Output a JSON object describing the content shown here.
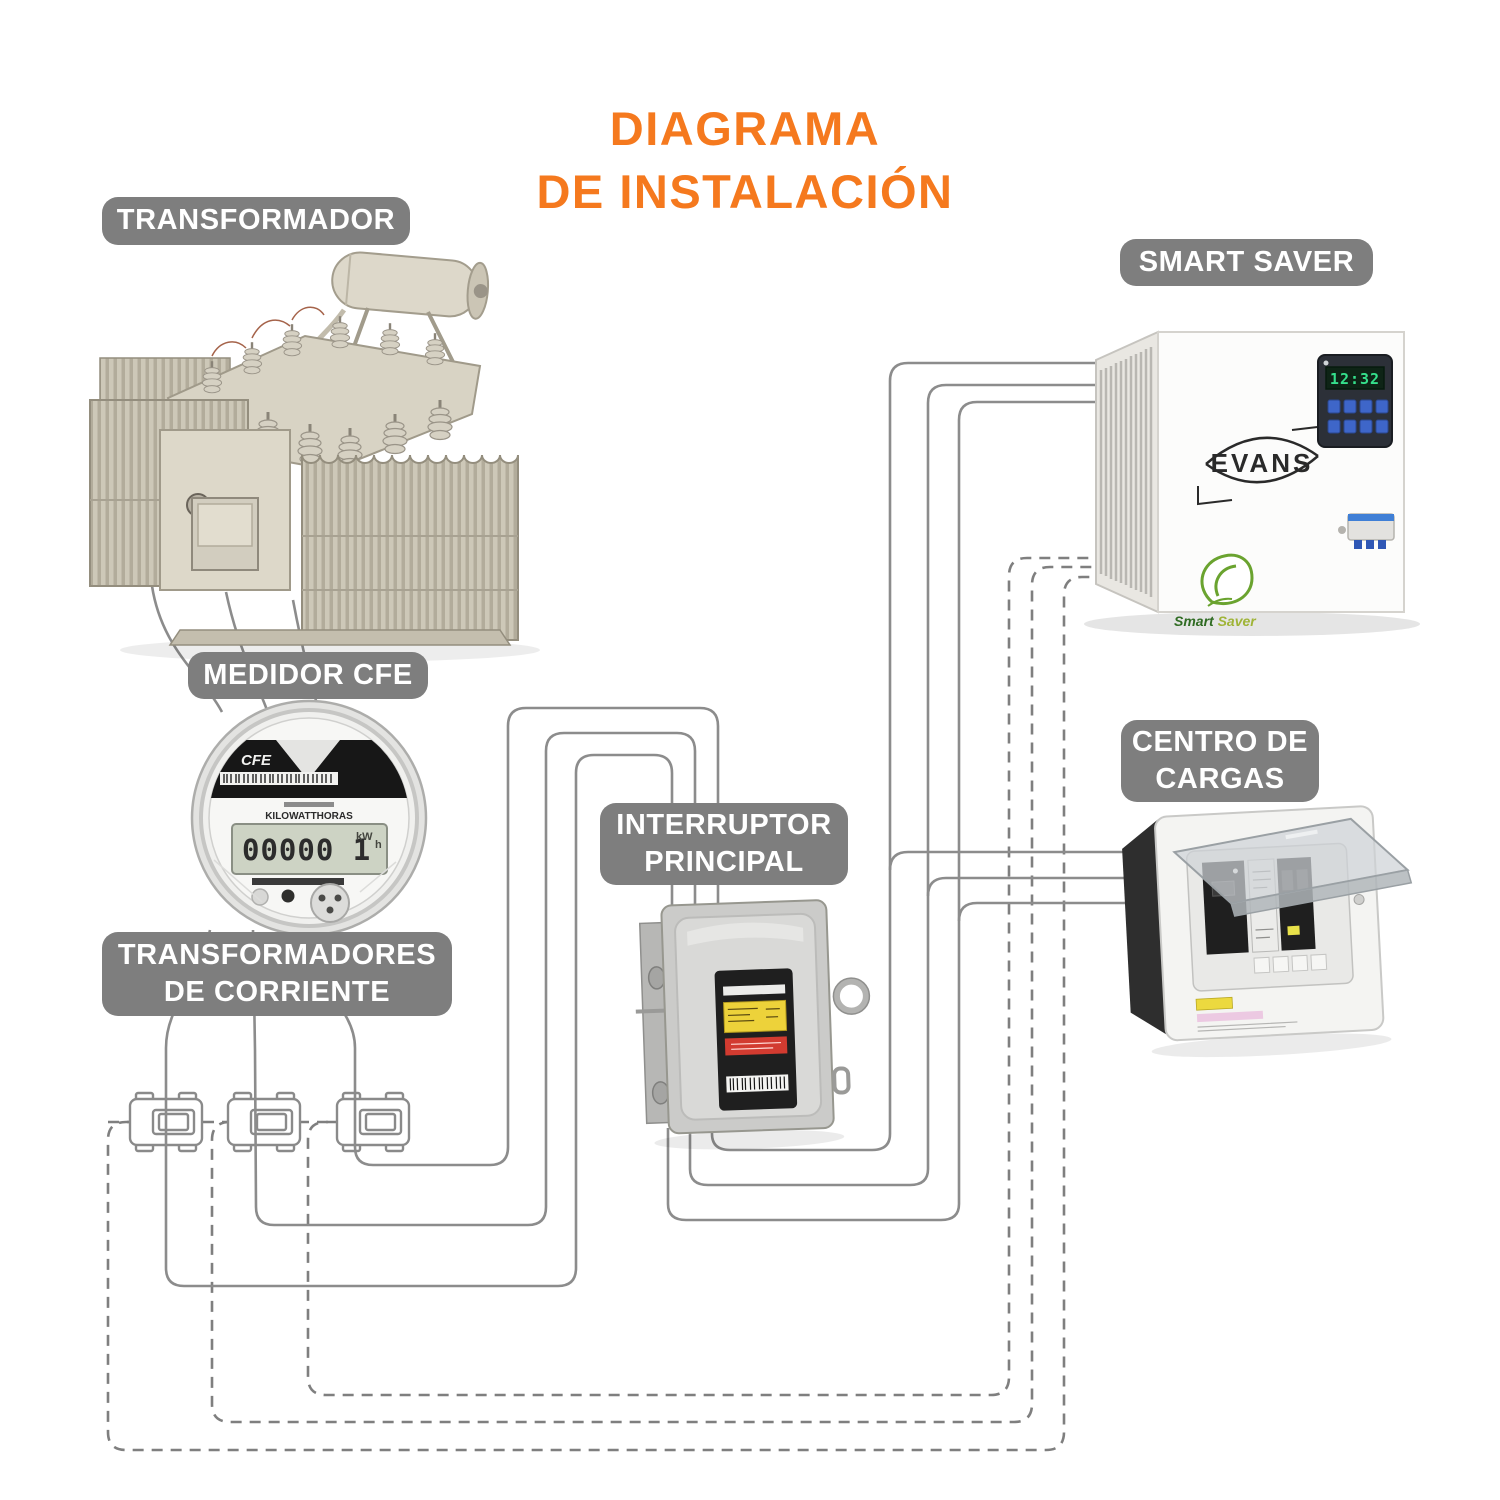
{
  "title": {
    "line1": "DIAGRAMA",
    "line2": "DE INSTALACIÓN"
  },
  "labels": {
    "transformador": "TRANSFORMADOR",
    "smart_saver": "SMART SAVER",
    "medidor_cfe": "MEDIDOR CFE",
    "interruptor_line1": "INTERRUPTOR",
    "interruptor_line2": "PRINCIPAL",
    "centro_cargas_line1": "CENTRO DE",
    "centro_cargas_line2": "CARGAS",
    "transformadores_line1": "TRANSFORMADORES",
    "transformadores_line2": "DE CORRIENTE"
  },
  "devices": {
    "medidor": {
      "brand": "CFE",
      "display_value": "00000 1",
      "unit_kw": "kW",
      "unit_h": "h",
      "dial_label": "KILOWATTHORAS"
    },
    "smart_saver": {
      "brand": "EVANS",
      "lcd_value": "12:32",
      "logo_word1": "Smart",
      "logo_word2": "Saver"
    }
  },
  "colors": {
    "accent_orange": "#f5791e",
    "label_gray": "#7e7e7e",
    "wire_gray": "#8c8c8c",
    "lcd_green": "#35e08c",
    "leaf_green": "#6aa32f"
  }
}
